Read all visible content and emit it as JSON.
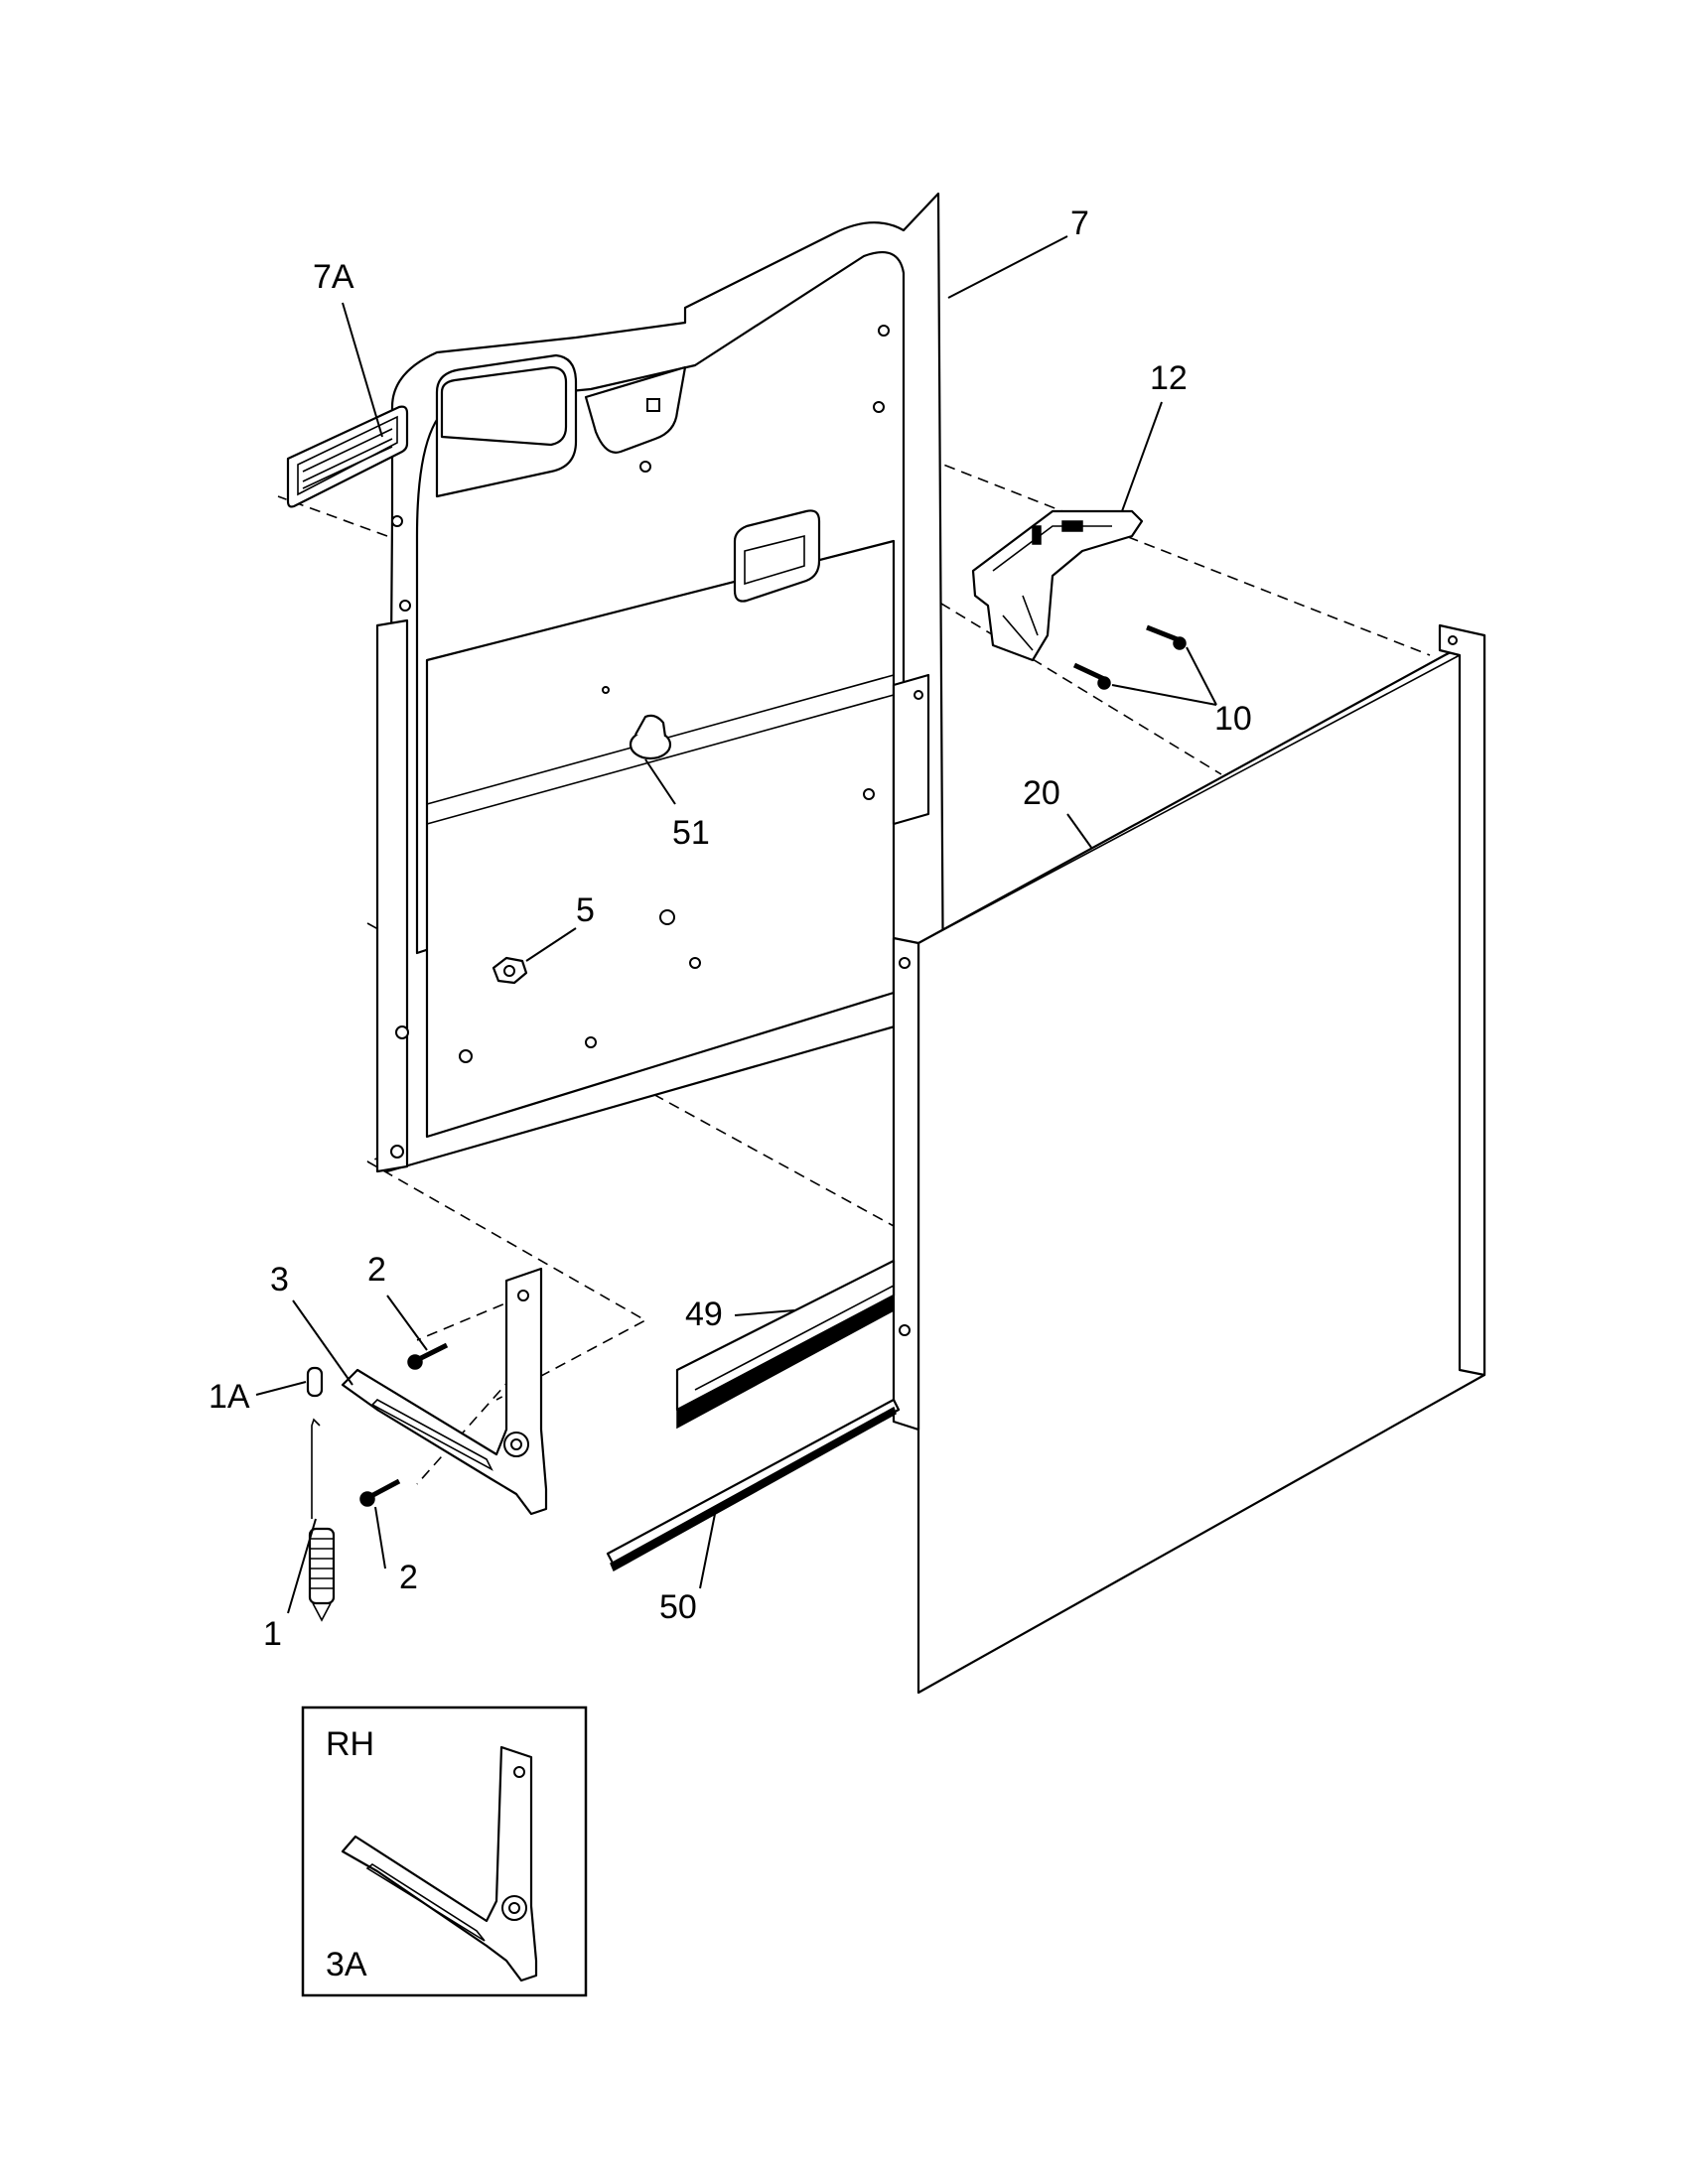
{
  "diagram": {
    "callouts": [
      {
        "id": "7",
        "text": "7"
      },
      {
        "id": "7A",
        "text": "7A"
      },
      {
        "id": "12",
        "text": "12"
      },
      {
        "id": "10",
        "text": "10"
      },
      {
        "id": "20",
        "text": "20"
      },
      {
        "id": "51",
        "text": "51"
      },
      {
        "id": "5",
        "text": "5"
      },
      {
        "id": "3",
        "text": "3"
      },
      {
        "id": "2a",
        "text": "2"
      },
      {
        "id": "2b",
        "text": "2"
      },
      {
        "id": "1A",
        "text": "1A"
      },
      {
        "id": "1",
        "text": "1"
      },
      {
        "id": "49",
        "text": "49"
      },
      {
        "id": "50",
        "text": "50"
      }
    ],
    "inset": {
      "label_top": "RH",
      "label_bottom": "3A"
    }
  }
}
